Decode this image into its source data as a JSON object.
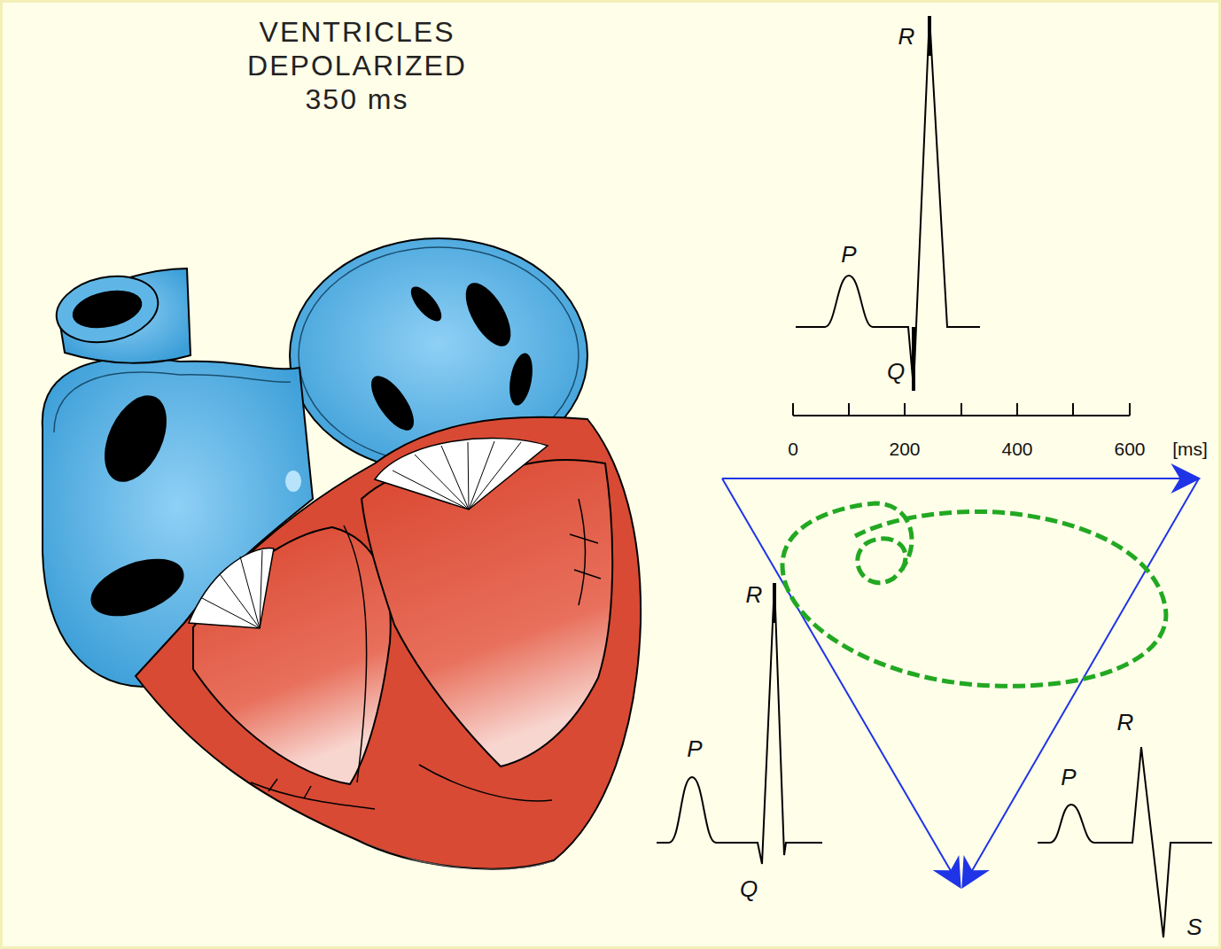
{
  "diagram": {
    "title": "VENTRICLES DEPOLARIZED 350 ms",
    "labels": [
      "R",
      "P",
      "Q",
      "0",
      "200",
      "400",
      "600",
      "[ms]",
      "R",
      "P",
      "Q",
      "R",
      "P",
      "S"
    ]
  }
}
